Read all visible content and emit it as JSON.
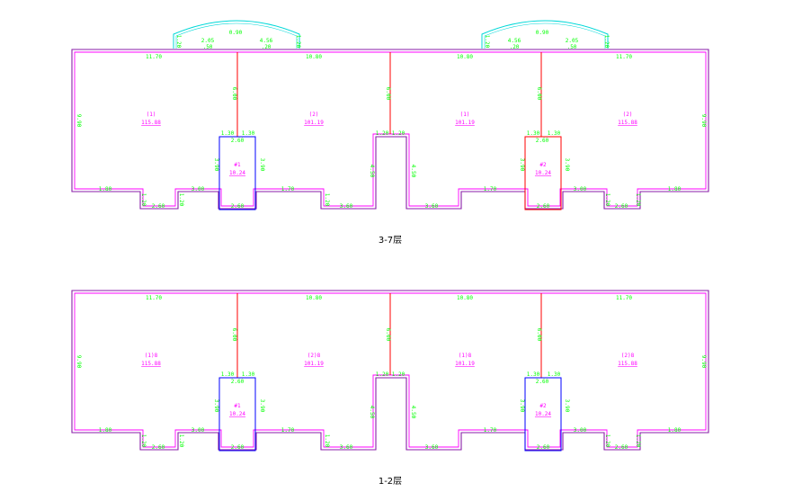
{
  "colors": {
    "wall_outer": "#8a1ea8",
    "wall_inner": "#ff00ff",
    "wall_line": "#ff0000",
    "dim": "#00ff00",
    "area": "#ff00ff",
    "stair": "#0000ff",
    "bay": "#00d8d8",
    "caption": "#000000"
  },
  "upper_plan": {
    "caption": "3-7层",
    "dims": {
      "w1170": "11.70",
      "w1080": "10.80",
      "d990": "9.90",
      "d600": "6.00",
      "w180": "1.80",
      "w300": "3.00",
      "w170": "1.70",
      "w120": "1.20",
      "w260": "2.60",
      "w360": "3.60",
      "w130": "1.30",
      "d390": "3.90",
      "d450": "4.50",
      "b205": "2.05",
      "b456": "4.56",
      "b090": "0.90",
      "b070": "0.70",
      "b050": ".50",
      "b020": ".20"
    },
    "rooms": {
      "a": "(1)",
      "a_area": "115.88",
      "b": "(2)",
      "b_area": "101.19",
      "c": "(1)",
      "c_area": "101.19",
      "d": "(2)",
      "d_area": "115.88",
      "s1": "#1",
      "s1_area": "10.24",
      "s2": "#2",
      "s2_area": "10.24"
    }
  },
  "lower_plan": {
    "caption": "1-2层",
    "dims": {
      "w1170": "11.70",
      "w1080": "10.80",
      "d990": "9.90",
      "d600": "6.00",
      "w180": "1.80",
      "w300": "3.00",
      "w170": "1.70",
      "w120": "1.20",
      "w260": "2.60",
      "w360": "3.60",
      "w130": "1.30",
      "d390": "3.90",
      "d450": "4.50"
    },
    "rooms": {
      "a": "(1)8",
      "a_area": "115.88",
      "b": "(2)8",
      "b_area": "101.19",
      "c": "(1)8",
      "c_area": "101.19",
      "d": "(2)8",
      "d_area": "115.88",
      "s1": "#1",
      "s1_area": "10.24",
      "s2": "#2",
      "s2_area": "10.24"
    }
  }
}
